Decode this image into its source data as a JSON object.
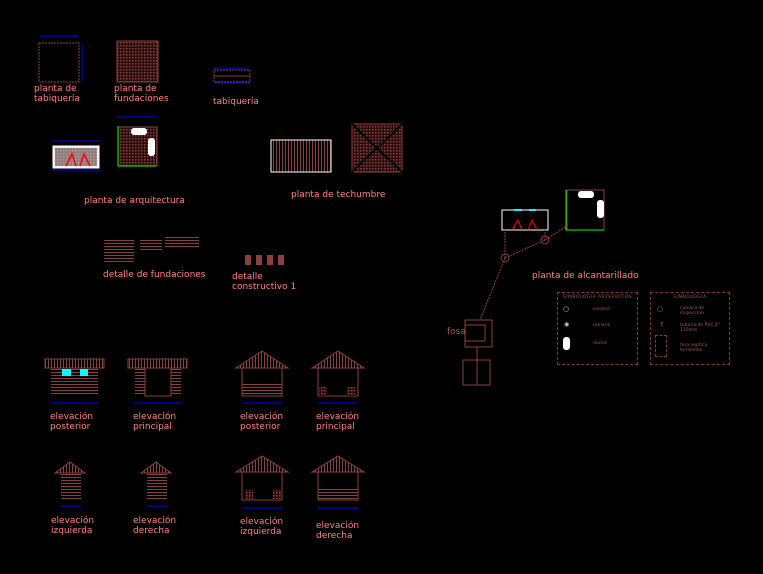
{
  "labels": {
    "planta_tabiqueria": [
      "planta de",
      "tabiquería"
    ],
    "planta_fundaciones": [
      "planta de",
      "fundaciones"
    ],
    "tabiqueria": "tabiquería",
    "planta_arquitectura": "planta de arquitectura",
    "planta_techumbre": "planta de techumbre",
    "detalle_fundaciones": "detalle de fundaciones",
    "detalle_constructivo": [
      "detalle",
      "constructivo 1"
    ],
    "planta_alcantarillado": "planta de alcantarillado",
    "fosa": "fosa"
  },
  "elevations": [
    [
      "elevación",
      "posterior"
    ],
    [
      "elevación",
      "principal"
    ],
    [
      "elevación",
      "posterior"
    ],
    [
      "elevación",
      "principal"
    ],
    [
      "elevación",
      "izquierda"
    ],
    [
      "elevación",
      "derecha"
    ],
    [
      "elevación",
      "izquierda"
    ],
    [
      "elevación",
      "derecha"
    ]
  ],
  "legend_artefactos": {
    "title": "SIMBOLOGIA ARTEFACTOS",
    "items": [
      "inodoro",
      "urinario",
      "ducha"
    ]
  },
  "legend_simbologia": {
    "title": "SIMBOLOGIA",
    "items": [
      "camara de inspeccion",
      "tuberia de PVC 4\" 110mm",
      "fosa septica horizontal"
    ]
  },
  "colors": {
    "label": "#ff8080",
    "line": "#7a3a3a",
    "dimension": "#0000ff",
    "accent": "#00ffff",
    "green": "#00ff00"
  }
}
